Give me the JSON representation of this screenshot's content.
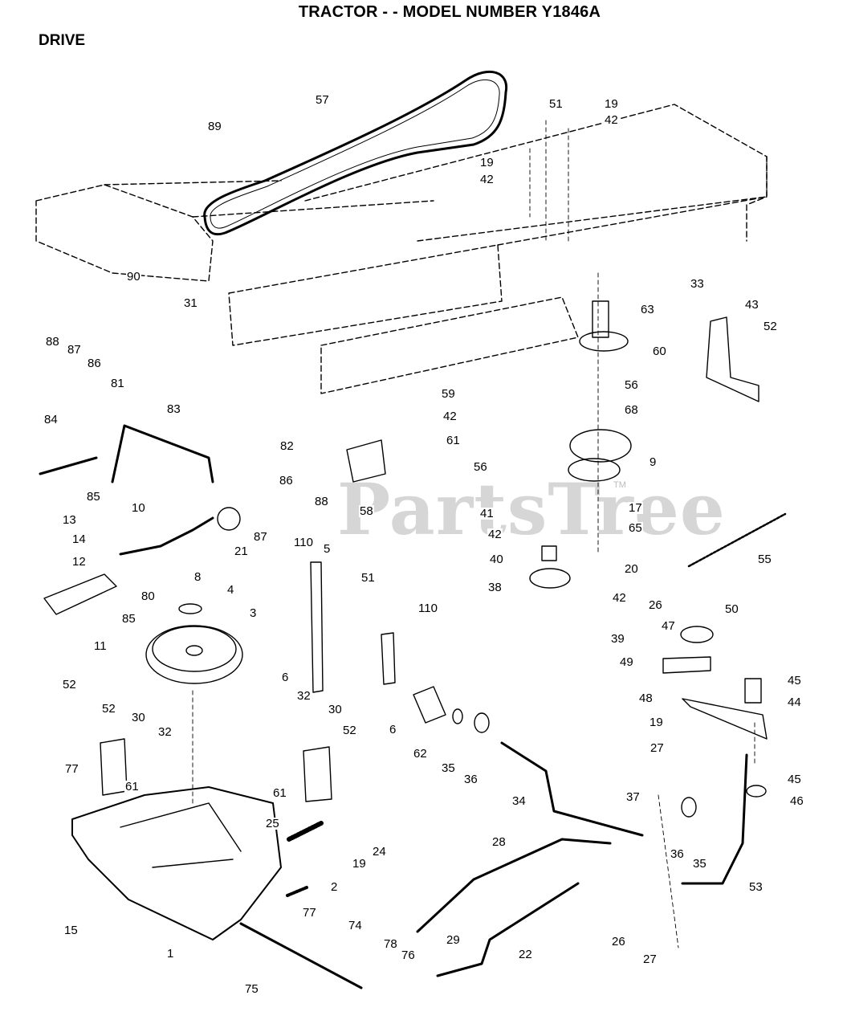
{
  "header": {
    "title": "TRACTOR - - MODEL NUMBER Y1846A",
    "section": "DRIVE"
  },
  "watermark": {
    "text": "PartsTree",
    "tm": "TM"
  },
  "callouts": [
    "57",
    "89",
    "51",
    "19",
    "42",
    "19",
    "42",
    "90",
    "31",
    "63",
    "33",
    "43",
    "52",
    "60",
    "88",
    "87",
    "86",
    "81",
    "83",
    "82",
    "56",
    "59",
    "42",
    "68",
    "61",
    "84",
    "56",
    "9",
    "85",
    "86",
    "88",
    "58",
    "41",
    "17",
    "13",
    "14",
    "10",
    "87",
    "21",
    "42",
    "65",
    "12",
    "55",
    "80",
    "8",
    "110",
    "51",
    "5",
    "40",
    "20",
    "85",
    "4",
    "3",
    "110",
    "38",
    "42",
    "11",
    "26",
    "50",
    "47",
    "39",
    "6",
    "49",
    "45",
    "52",
    "48",
    "44",
    "30",
    "52",
    "32",
    "32",
    "30",
    "52",
    "19",
    "27",
    "6",
    "62",
    "35",
    "36",
    "45",
    "77",
    "61",
    "61",
    "34",
    "37",
    "46",
    "25",
    "24",
    "19",
    "28",
    "36",
    "35",
    "53",
    "2",
    "15",
    "77",
    "1",
    "29",
    "26",
    "22",
    "74",
    "78",
    "76",
    "27",
    "75"
  ]
}
